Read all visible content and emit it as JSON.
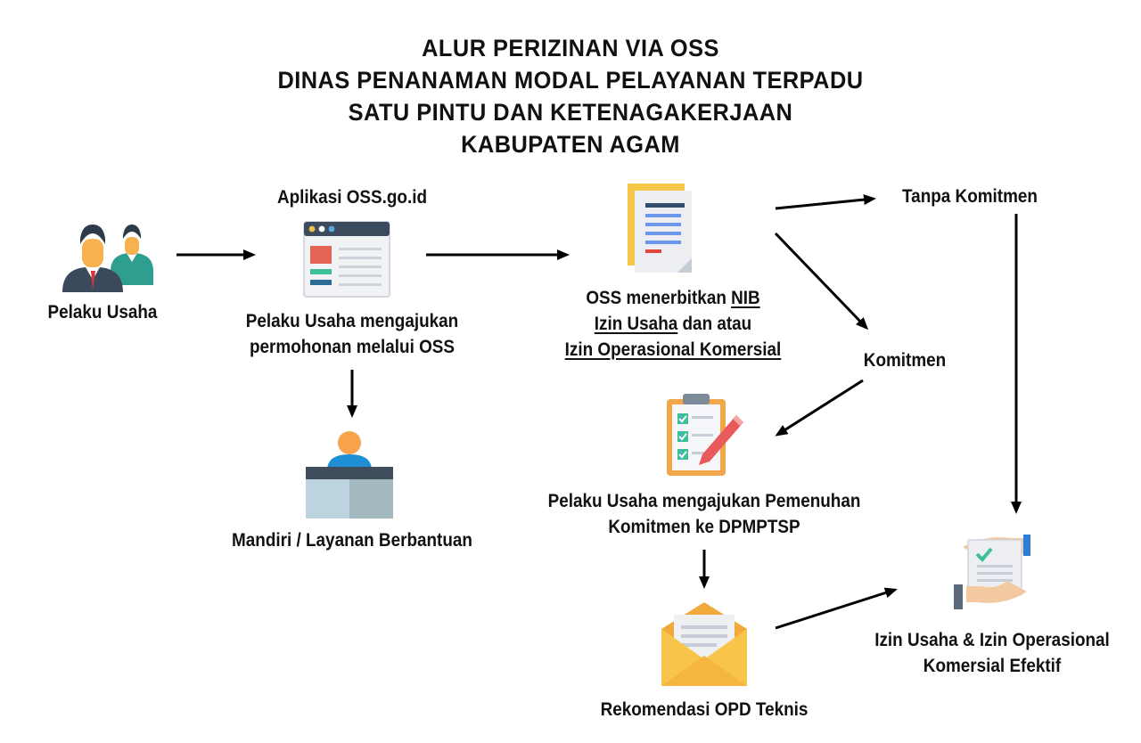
{
  "title": {
    "line1": "ALUR PERIZINAN VIA OSS",
    "line2": "DINAS PENANAMAN MODAL PELAYANAN TERPADU",
    "line3": "SATU PINTU DAN KETENAGAKERJAAN",
    "line4": "KABUPATEN AGAM"
  },
  "nodes": {
    "pelaku_usaha": "Pelaku Usaha",
    "aplikasi_oss": "Aplikasi OSS.go.id",
    "pengajuan_line1": "Pelaku Usaha mengajukan",
    "pengajuan_line2": "permohonan melalui OSS",
    "mandiri": "Mandiri / Layanan Berbantuan",
    "oss_terbit_prefix": "OSS menerbitkan ",
    "nib": "NIB",
    "izin_usaha": "Izin Usaha",
    "dan_atau": " dan atau",
    "izin_operasional": "Izin Operasional Komersial",
    "tanpa_komitmen": "Tanpa Komitmen",
    "komitmen": "Komitmen",
    "pemenuhan_line1": "Pelaku Usaha mengajukan Pemenuhan",
    "pemenuhan_line2": "Komitmen ke DPMPTSP",
    "rekomendasi": "Rekomendasi OPD Teknis",
    "efektif_line1": "Izin Usaha & Izin Operasional",
    "efektif_line2": "Komersial Efektif"
  },
  "icons": {
    "pelaku_usaha": "business-people-icon",
    "aplikasi_oss": "browser-window-icon",
    "oss_terbit": "document-icon",
    "mandiri": "service-desk-icon",
    "pemenuhan": "checklist-clipboard-icon",
    "rekomendasi": "envelope-icon",
    "efektif": "handover-document-icon"
  }
}
